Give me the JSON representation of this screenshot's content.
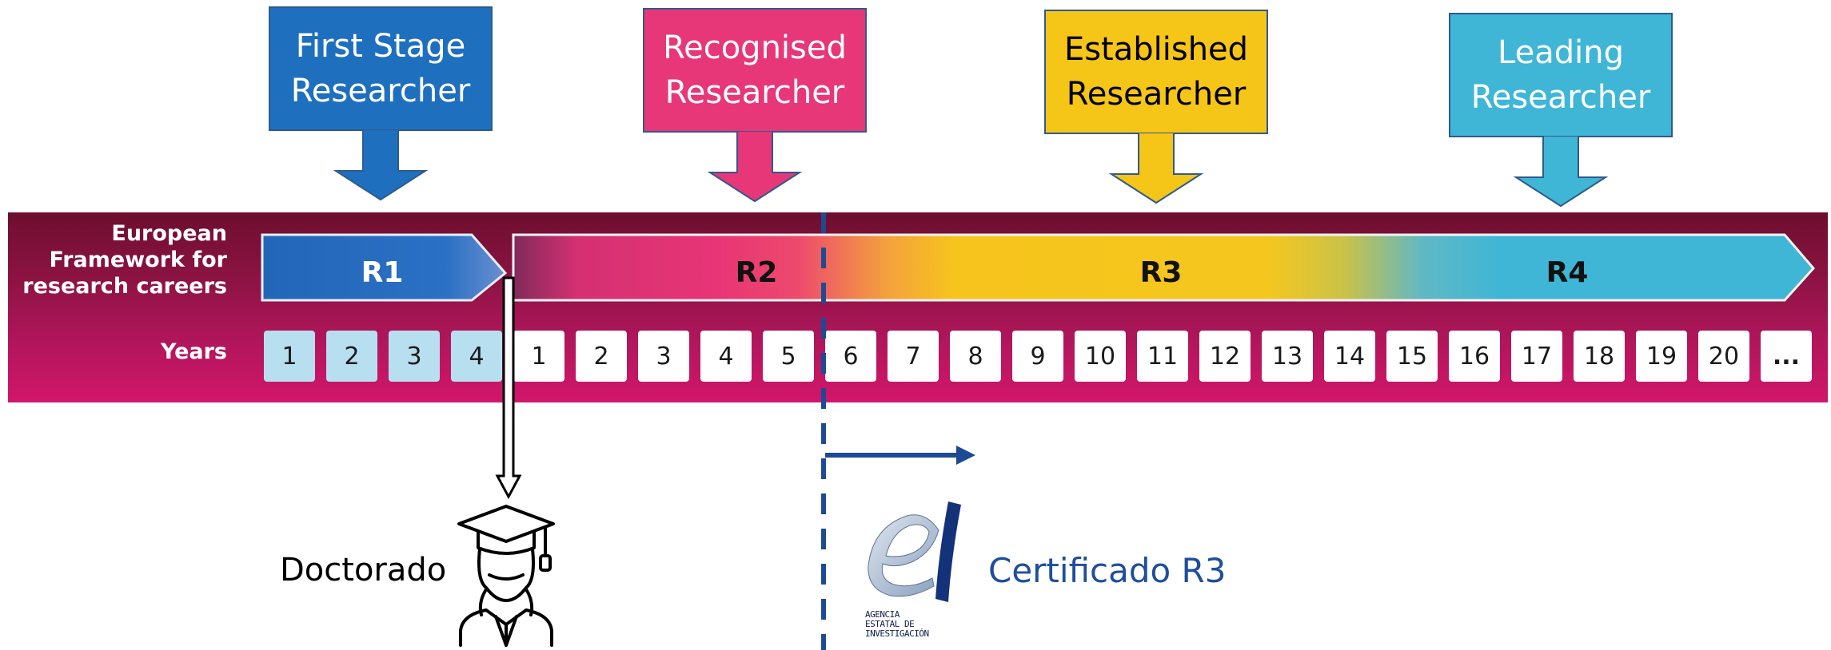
{
  "stages": [
    {
      "title_line1": "First Stage",
      "title_line2": "Researcher",
      "color": "#1f6fbf",
      "text_color": "#ffffff"
    },
    {
      "title_line1": "Recognised",
      "title_line2": "Researcher",
      "color": "#e83779",
      "text_color": "#ffffff"
    },
    {
      "title_line1": "Established",
      "title_line2": "Researcher",
      "color": "#f5c518",
      "text_color": "#000000"
    },
    {
      "title_line1": "Leading",
      "title_line2": "Researcher",
      "color": "#3fb6d6",
      "text_color": "#ffffff"
    }
  ],
  "framework": {
    "label": "European Framework for research careers",
    "label_lines": [
      "European",
      "Framework for",
      "research careers"
    ],
    "years_label": "Years",
    "levels": [
      "R1",
      "R2",
      "R3",
      "R4"
    ],
    "phd_years": [
      "1",
      "2",
      "3",
      "4"
    ],
    "postdoc_years": [
      "1",
      "2",
      "3",
      "4",
      "5",
      "6",
      "7",
      "8",
      "9",
      "10",
      "11",
      "12",
      "13",
      "14",
      "15",
      "16",
      "17",
      "18",
      "19",
      "20",
      "..."
    ]
  },
  "bottom": {
    "doctorado": "Doctorado",
    "certificado": "Certificado R3",
    "agency_lines": [
      "AGENCIA",
      "ESTATAL DE",
      "INVESTIGACIÓN"
    ]
  },
  "colors": {
    "band": "#a0144f",
    "dashed_line": "#1d4a94",
    "arrow": "#1d4a94"
  },
  "icons": [
    "graduate-icon",
    "aei-logo"
  ]
}
